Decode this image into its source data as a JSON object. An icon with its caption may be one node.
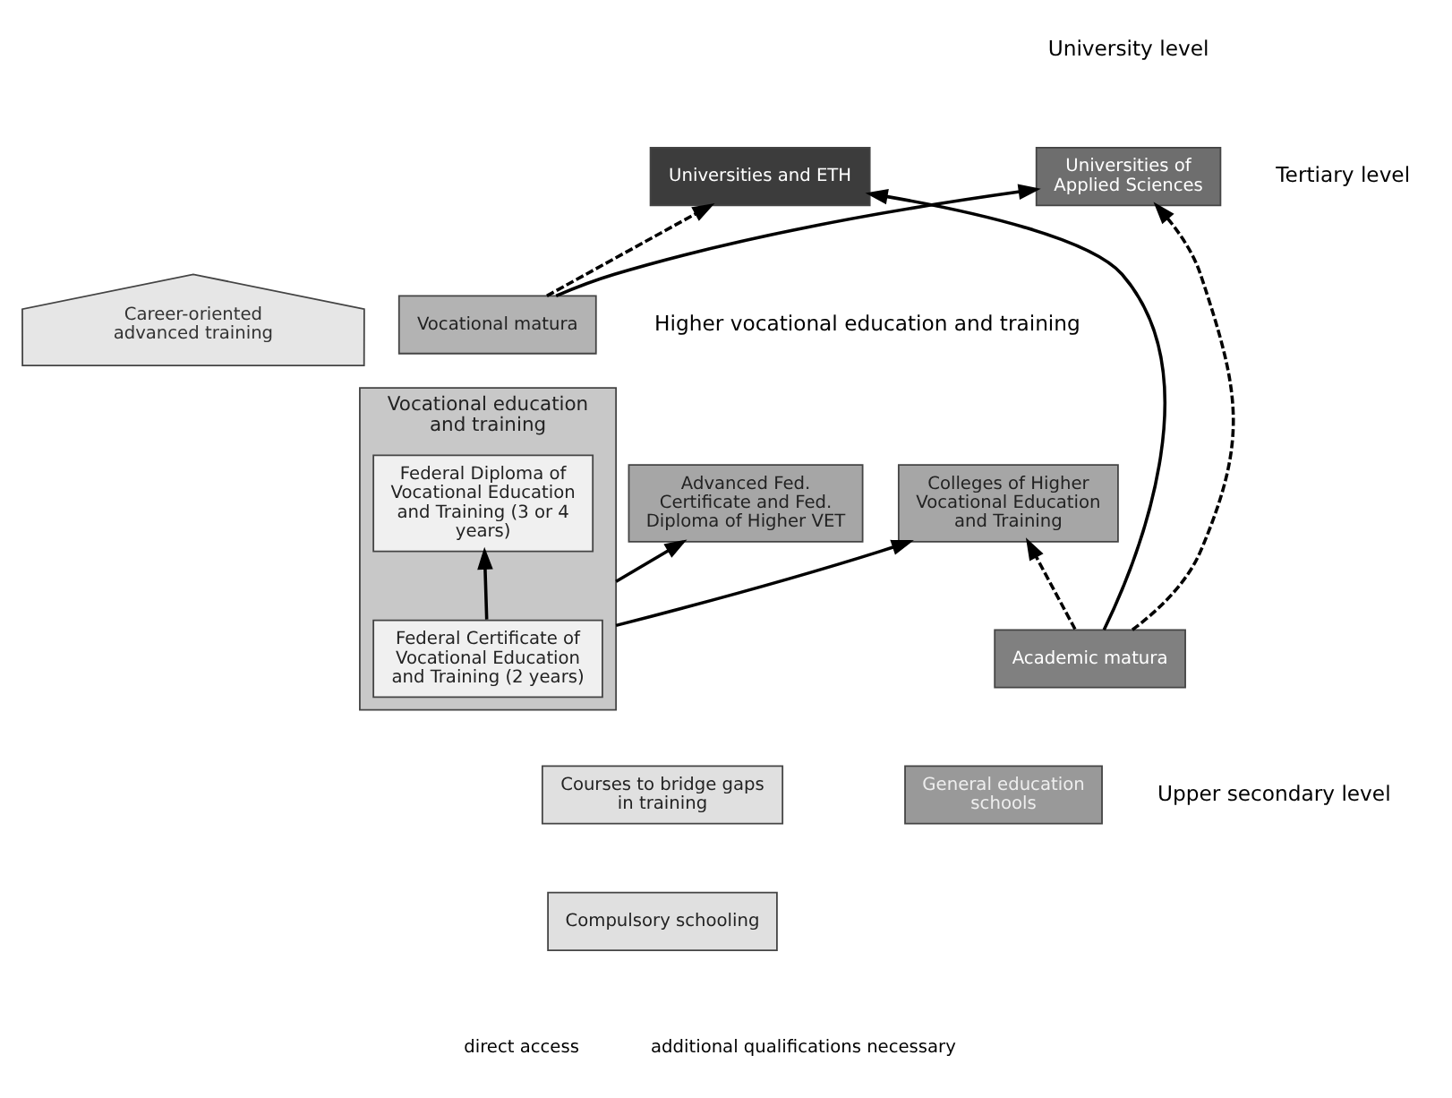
{
  "diagram": {
    "nodes": [
      {
        "text": [
          "Career-oriented advanced training"
        ]
      },
      {
        "text": [
          "Advanced Fed. Certificate and Fed. Diploma of Higher VET"
        ]
      },
      {
        "text": [
          "Colleges of Higher Vocational Education and Training"
        ]
      },
      {
        "text": [
          "Universities of Applied Sciences"
        ]
      },
      {
        "text": [
          "Universities and ETH"
        ]
      },
      {
        "text": [
          "Vocational matura"
        ]
      },
      {
        "text": [
          "Academic matura"
        ]
      },
      {
        "text": [
          "Vocational education and training"
        ]
      },
      {
        "text": [
          "Federal Certificate of Vocational Education and Training (2 years)"
        ],
        "in": 7
      },
      {
        "text": [
          "Federal Diploma of Vocational Education and Training (3 or 4 years)"
        ],
        "in": 7
      },
      {
        "text": [
          "General education schools"
        ]
      },
      {
        "text": [
          "Courses to bridge gaps in training"
        ]
      },
      {
        "text": [
          "Compulsory schooling"
        ]
      }
    ],
    "edges": [
      {
        "from": 7,
        "to": 1,
        "arrow": "to"
      },
      {
        "from": 7,
        "to": 2,
        "arrow": "to"
      },
      {
        "from": 6,
        "to": 2,
        "arrow": "to",
        "style": "dashed"
      },
      {
        "from": 5,
        "to": 3,
        "arrow": "to"
      },
      {
        "from": 6,
        "to": 3,
        "arrow": "to",
        "style": "dashed"
      },
      {
        "from": 5,
        "to": 4,
        "arrow": "to",
        "style": "dashed"
      },
      {
        "from": 6,
        "to": 4,
        "arrow": "to"
      },
      {
        "from": 8,
        "to": 9,
        "arrow": "to"
      }
    ],
    "labels": [
      "Higher vocational education and training",
      "University level",
      "Tertiary level",
      "Upper secondary level"
    ],
    "legend": [
      {
        "text": "direct access"
      },
      {
        "text": "additional qualifications necessary"
      }
    ]
  }
}
